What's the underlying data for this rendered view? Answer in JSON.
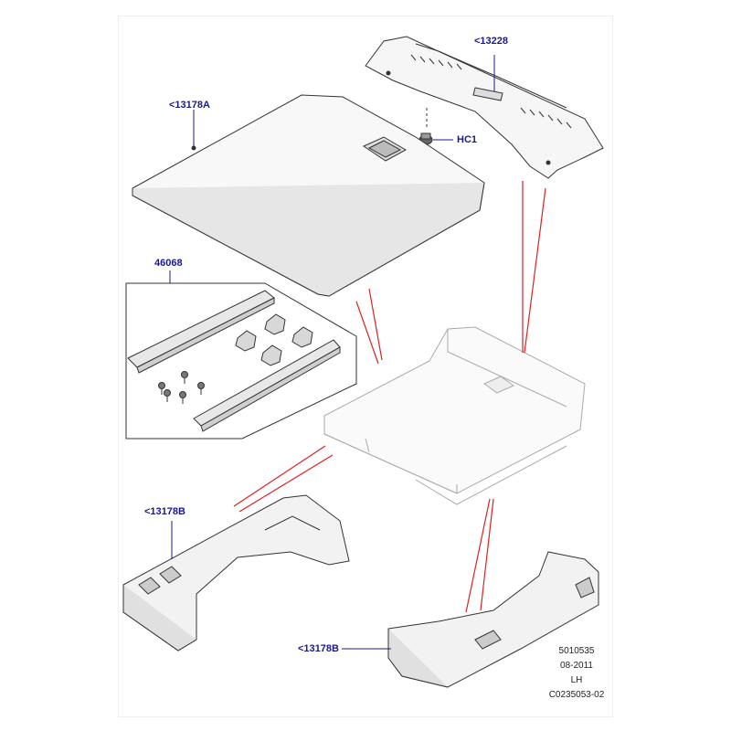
{
  "callouts": {
    "p13228": "<13228",
    "p13178A": "<13178A",
    "hc1": "HC1",
    "p46068": "46068",
    "p13178B_left": "<13178B",
    "p13178B_right": "<13178B"
  },
  "ref_block": {
    "line1": "5010535",
    "line2": "08-2011",
    "line3": "LH",
    "line4": "C0235053-02"
  },
  "colors": {
    "callout_text": "#1a1a8c",
    "leader": "#e02020",
    "outline": "#333333",
    "panel_fill": "#f4f4f4"
  }
}
